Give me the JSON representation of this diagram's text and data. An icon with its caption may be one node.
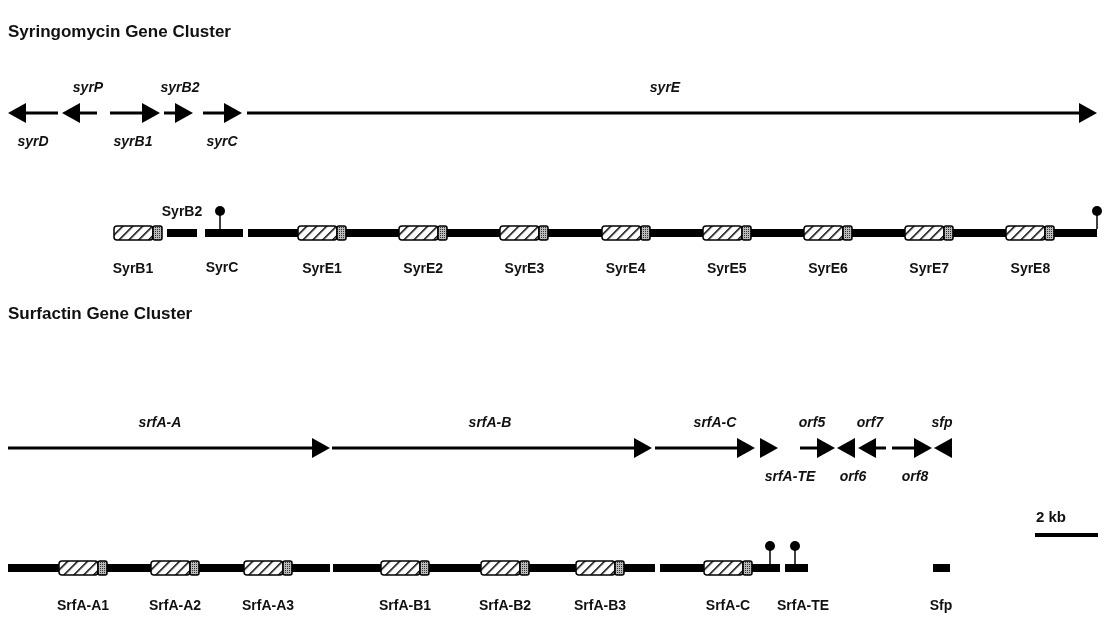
{
  "diagram": {
    "nodes": [
      {
        "text": [
          "syrD"
        ]
      },
      {
        "text": [
          "syrP"
        ]
      },
      {
        "text": [
          "syrB1"
        ]
      },
      {
        "text": [
          "syrB2"
        ]
      },
      {
        "text": [
          "syrC"
        ]
      },
      {
        "text": [
          "syrE"
        ]
      },
      {
        "text": [
          "SyrB1"
        ]
      },
      {
        "text": [
          "SyrB2"
        ]
      },
      {
        "text": [
          "SyrC"
        ]
      },
      {
        "text": [
          "SyrE1"
        ]
      },
      {
        "text": [
          "SyrE2"
        ]
      },
      {
        "text": [
          "SyrE3"
        ]
      },
      {
        "text": [
          "SyrE4"
        ]
      },
      {
        "text": [
          "SyrE5"
        ]
      },
      {
        "text": [
          "SyrE6"
        ]
      },
      {
        "text": [
          "SyrE7"
        ]
      },
      {
        "text": [
          "SyrE8"
        ]
      },
      {
        "text": [
          "srfA-A"
        ]
      },
      {
        "text": [
          "srfA-B"
        ]
      },
      {
        "text": [
          "srfA-C"
        ]
      },
      {
        "text": [
          "srfA-TE"
        ]
      },
      {
        "text": [
          "orf5"
        ]
      },
      {
        "text": [
          "orf6"
        ]
      },
      {
        "text": [
          "orf7"
        ]
      },
      {
        "text": [
          "orf8"
        ]
      },
      {
        "text": [
          "sfp"
        ]
      },
      {
        "text": [
          "SrfA-A1"
        ]
      },
      {
        "text": [
          "SrfA-A2"
        ]
      },
      {
        "text": [
          "SrfA-A3"
        ]
      },
      {
        "text": [
          "SrfA-B1"
        ]
      },
      {
        "text": [
          "SrfA-B2"
        ]
      },
      {
        "text": [
          "SrfA-B3"
        ]
      },
      {
        "text": [
          "SrfA-C"
        ]
      },
      {
        "text": [
          "SrfA-TE"
        ]
      },
      {
        "text": [
          "Sfp"
        ]
      }
    ],
    "labels": [
      "Syringomycin Gene Cluster",
      "Surfactin Gene Cluster",
      "2 kb"
    ]
  }
}
